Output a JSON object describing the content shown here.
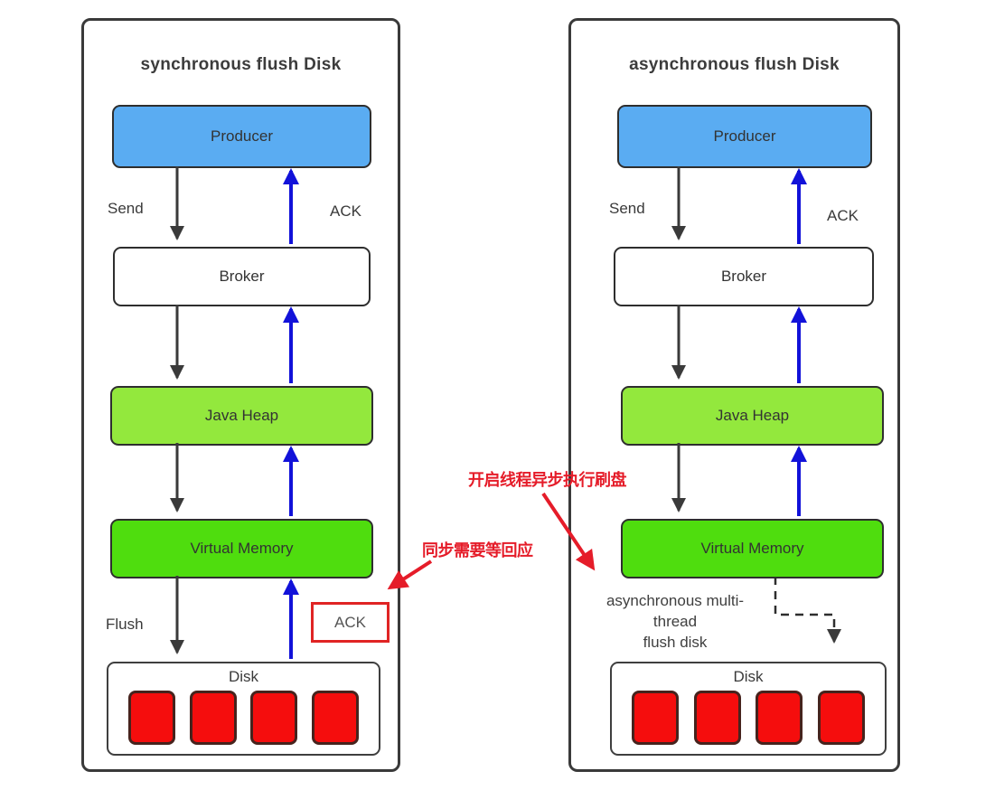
{
  "left_panel": {
    "title": "synchronous flush Disk",
    "nodes": {
      "producer": "Producer",
      "broker": "Broker",
      "java_heap": "Java Heap",
      "virtual_memory": "Virtual Memory",
      "disk": "Disk"
    },
    "labels": {
      "send": "Send",
      "ack_top": "ACK",
      "flush": "Flush",
      "ack_highlight": "ACK"
    },
    "disk_block_count": 4
  },
  "right_panel": {
    "title": "asynchronous flush Disk",
    "nodes": {
      "producer": "Producer",
      "broker": "Broker",
      "java_heap": "Java Heap",
      "virtual_memory": "Virtual Memory",
      "disk": "Disk"
    },
    "labels": {
      "send": "Send",
      "ack_top": "ACK"
    },
    "flush_note": {
      "line1": "asynchronous multi-",
      "line2": "thread",
      "line3": "flush disk"
    },
    "disk_block_count": 4
  },
  "annotations": {
    "async_flush_note": "开启线程异步执行刷盘",
    "sync_wait_note": "同步需要等回应"
  },
  "colors": {
    "producer_fill": "#5aacf2",
    "java_heap_fill": "#93e83d",
    "virtual_memory_fill": "#4fdd0e",
    "disk_block_fill": "#f50d0d",
    "black_arrow": "#3a3a3a",
    "blue_arrow": "#1212d9",
    "annotation_red": "#e51c29",
    "highlight_box_border": "#e02424"
  }
}
